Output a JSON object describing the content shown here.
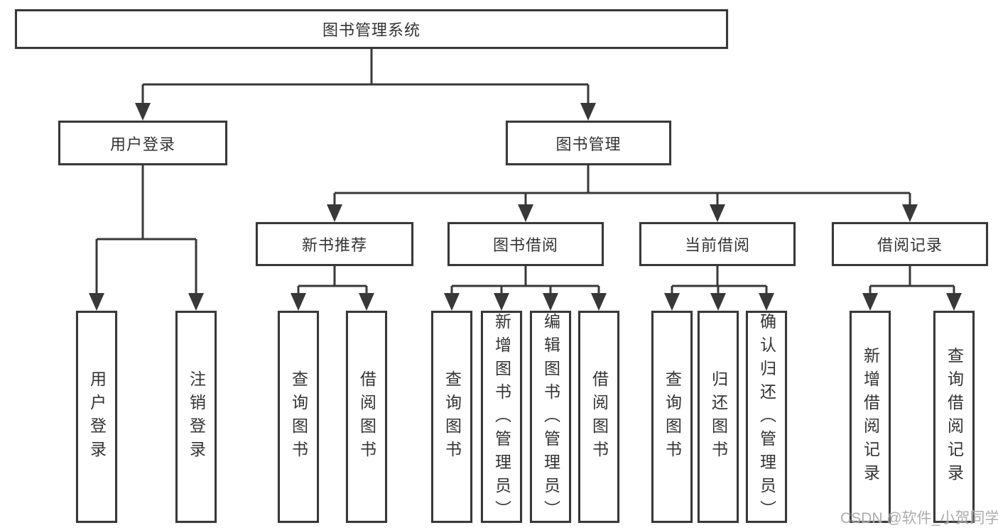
{
  "tree": {
    "title": "图书管理系统",
    "level2": [
      {
        "label": "用户登录"
      },
      {
        "label": "图书管理"
      }
    ],
    "level3": [
      {
        "label": "新书推荐"
      },
      {
        "label": "图书借阅"
      },
      {
        "label": "当前借阅"
      },
      {
        "label": "借阅记录"
      }
    ],
    "leaves": [
      {
        "label": "用户登录"
      },
      {
        "label": "注销登录"
      },
      {
        "label": "查询图书"
      },
      {
        "label": "借阅图书"
      },
      {
        "label": "查询图书"
      },
      {
        "label": "新增图书（管理员）"
      },
      {
        "label": "编辑图书（管理员）"
      },
      {
        "label": "借阅图书"
      },
      {
        "label": "查询图书"
      },
      {
        "label": "归还图书"
      },
      {
        "label": "确认归还（管理员）"
      },
      {
        "label": "新增借阅记录"
      },
      {
        "label": "查询借阅记录"
      }
    ],
    "watermark": "CSDN @软件_小贺同学",
    "colors": {
      "line": "#383838",
      "text": "#333333",
      "watermark": "#9e9e9e",
      "background": "#ffffff"
    }
  }
}
